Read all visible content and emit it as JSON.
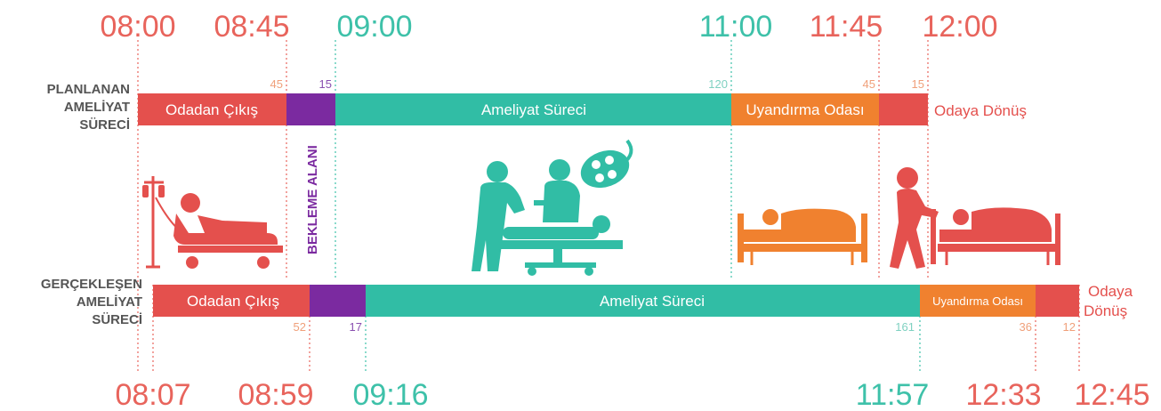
{
  "planned": {
    "row_label": [
      "PLANLANAN",
      "AMELİYAT",
      "SÜRECİ"
    ],
    "times": [
      {
        "text": "08:00",
        "color": "#e8645c"
      },
      {
        "text": "08:45",
        "color": "#e8645c"
      },
      {
        "text": "09:00",
        "color": "#3ec1a9"
      },
      {
        "text": "11:00",
        "color": "#3ec1a9"
      },
      {
        "text": "11:45",
        "color": "#e8645c"
      },
      {
        "text": "12:00",
        "color": "#e8645c"
      }
    ],
    "segments": [
      {
        "label": "Odadan Çıkış",
        "minutes": "45",
        "color": "#e4504d",
        "text_color": "#ffffff"
      },
      {
        "label": "",
        "minutes": "15",
        "color": "#7b2aa0",
        "text_color": "#ffffff"
      },
      {
        "label": "Ameliyat Süreci",
        "minutes": "120",
        "color": "#31bda5",
        "text_color": "#ffffff"
      },
      {
        "label": "Uyandırma Odası",
        "minutes": "45",
        "color": "#f0812f",
        "text_color": "#ffffff"
      },
      {
        "label": "",
        "minutes": "15",
        "color": "#e4504d",
        "text_color": "#ffffff"
      }
    ],
    "outside_label": "Odaya Dönüş"
  },
  "actual": {
    "row_label": [
      "GERÇEKLEŞEN",
      "AMELİYAT",
      "SÜRECİ"
    ],
    "times": [
      {
        "text": "08:07",
        "color": "#e8645c"
      },
      {
        "text": "08:59",
        "color": "#e8645c"
      },
      {
        "text": "09:16",
        "color": "#3ec1a9"
      },
      {
        "text": "11:57",
        "color": "#3ec1a9"
      },
      {
        "text": "12:33",
        "color": "#e8645c"
      },
      {
        "text": "12:45",
        "color": "#e8645c"
      }
    ],
    "segments": [
      {
        "label": "Odadan Çıkış",
        "minutes": "52",
        "color": "#e4504d",
        "text_color": "#ffffff"
      },
      {
        "label": "",
        "minutes": "17",
        "color": "#7b2aa0",
        "text_color": "#ffffff"
      },
      {
        "label": "Ameliyat Süreci",
        "minutes": "161",
        "color": "#31bda5",
        "text_color": "#ffffff"
      },
      {
        "label": "Uyandırma Odası",
        "minutes": "36",
        "color": "#f0812f",
        "text_color": "#ffffff"
      },
      {
        "label": "",
        "minutes": "12",
        "color": "#e4504d",
        "text_color": "#ffffff"
      }
    ],
    "outside_label": [
      "Odaya",
      "Dönüş"
    ]
  },
  "waiting_area_label": "BEKLEME ALANI",
  "colors": {
    "red": "#e4504d",
    "purple": "#7b2aa0",
    "teal": "#31bda5",
    "orange": "#f0812f",
    "label_gray": "#555555"
  },
  "icons": {
    "stretcher": "patient-on-stretcher-icon",
    "surgery": "surgical-team-icon",
    "lamp": "surgical-lamp-icon",
    "recovery": "recovery-bed-icon",
    "return": "nurse-pushing-bed-icon"
  }
}
